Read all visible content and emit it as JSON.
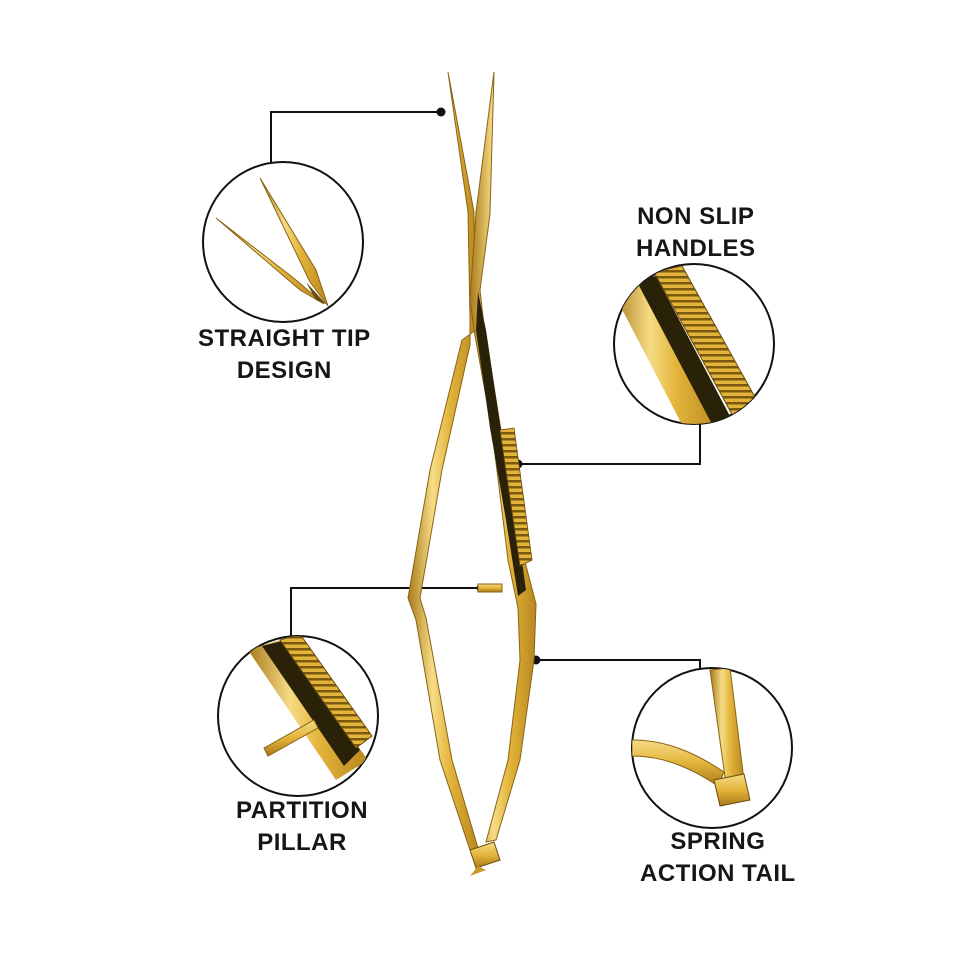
{
  "callouts": {
    "straight_tip": {
      "line1": "STRAIGHT TIP",
      "line2": "DESIGN"
    },
    "non_slip": {
      "line1": "NON SLIP",
      "line2": "HANDLES"
    },
    "partition": {
      "line1": "PARTITION",
      "line2": "PILLAR"
    },
    "spring": {
      "line1": "SPRING",
      "line2": "ACTION TAIL"
    }
  },
  "colors": {
    "gold_light": "#f6dc86",
    "gold_mid": "#e3b43a",
    "gold_dark": "#a87a1a",
    "blade_shadow": "#2a2208",
    "line": "#111111"
  }
}
